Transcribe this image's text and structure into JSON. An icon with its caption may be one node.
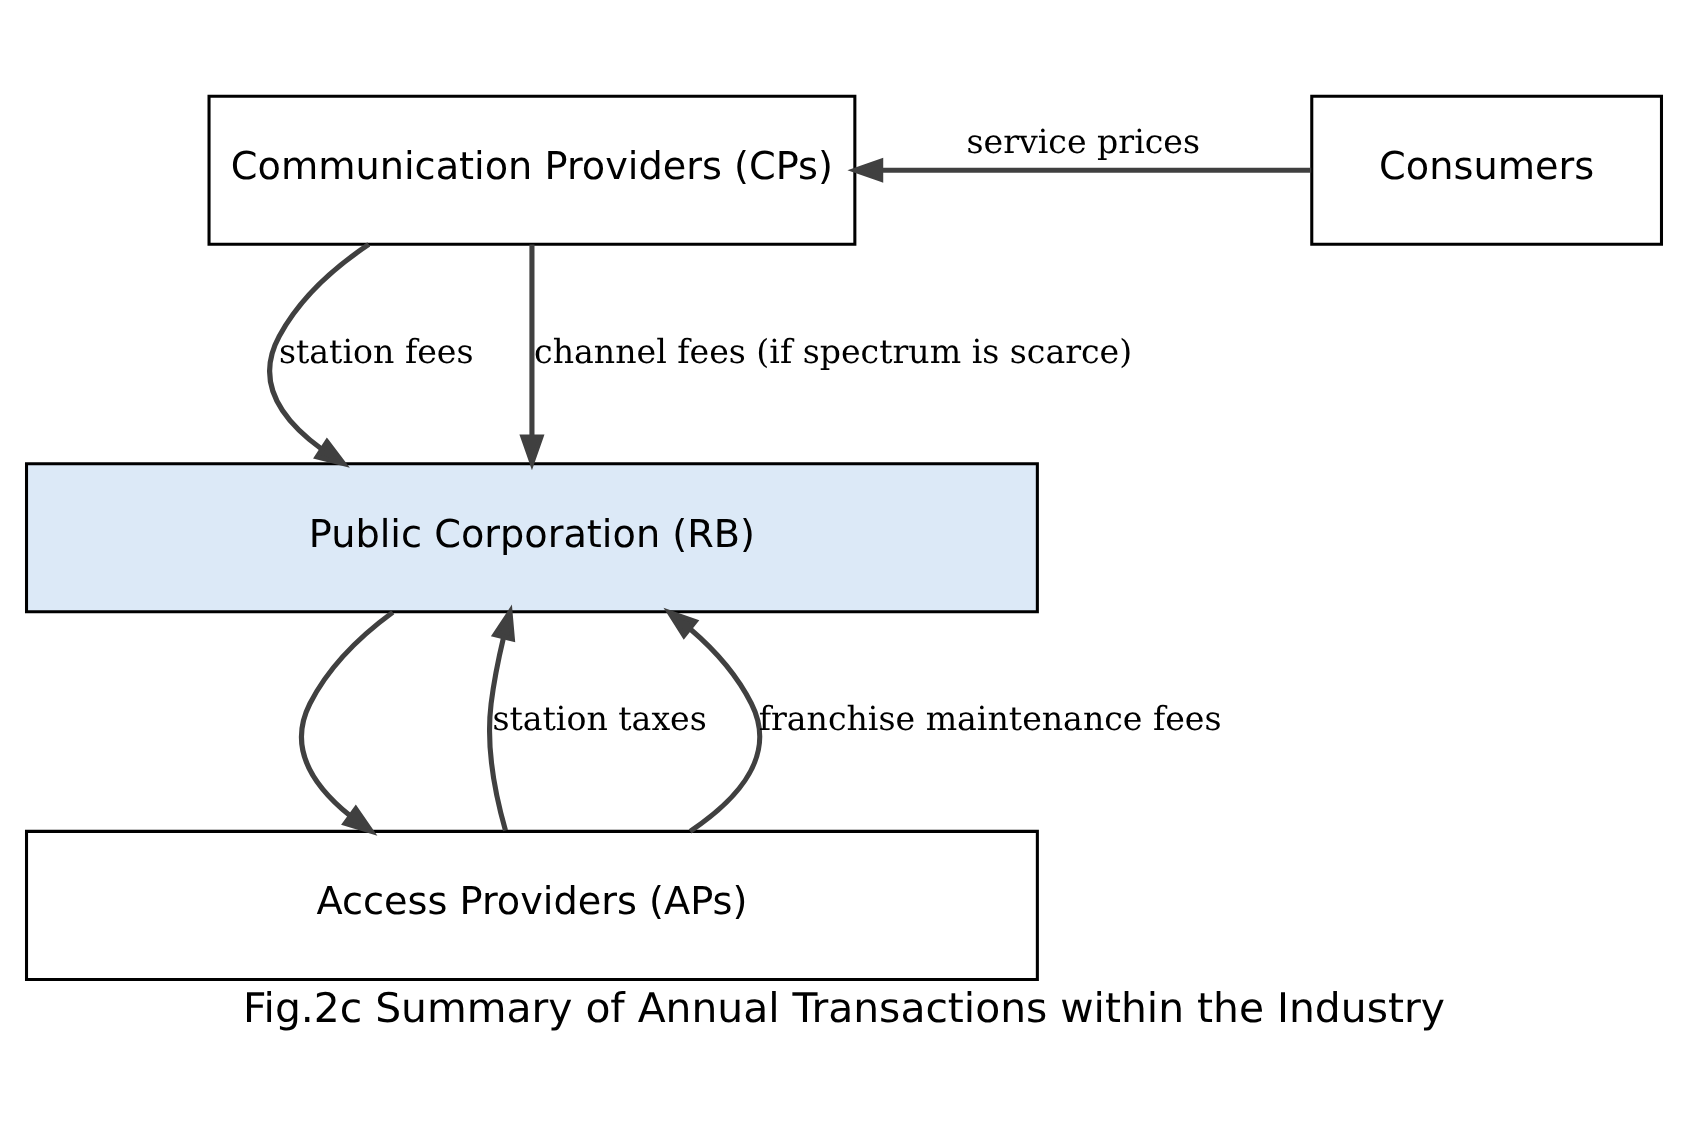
{
  "diagram": {
    "caption": "Fig.2c Summary of Annual Transactions within the Industry",
    "nodes": [
      {
        "text": [
          "Communication Providers (CPs)"
        ]
      },
      {
        "text": [
          "Consumers"
        ]
      },
      {
        "text": [
          "Public Corporation (RB)"
        ]
      },
      {
        "text": [
          "Access Providers (APs)"
        ]
      }
    ],
    "edges": [
      {
        "from": 1,
        "to": 0,
        "arrow": "to",
        "label": "service prices"
      },
      {
        "from": 0,
        "to": 2,
        "arrow": "to",
        "label": "station fees"
      },
      {
        "from": 2,
        "to": 3,
        "arrow": "to"
      },
      {
        "from": 0,
        "to": 2,
        "arrow": "to",
        "label": "channel fees (if spectrum is scarce)"
      },
      {
        "from": 3,
        "to": 2,
        "arrow": "to",
        "label": "station taxes"
      },
      {
        "from": 3,
        "to": 2,
        "arrow": "to",
        "label": "franchise maintenance fees"
      }
    ]
  }
}
